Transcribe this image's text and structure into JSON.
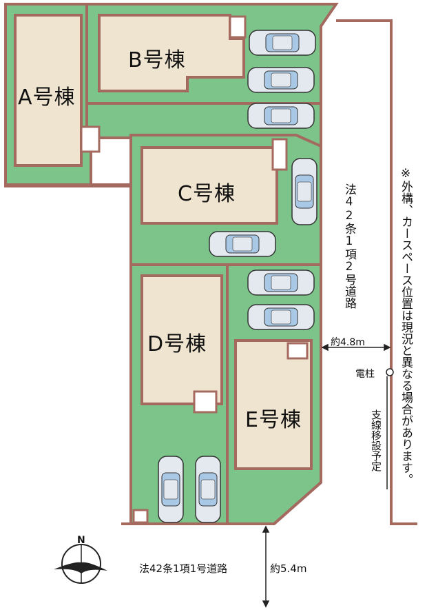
{
  "buildings": {
    "a": "A号棟",
    "b": "B号棟",
    "c": "C号棟",
    "d": "D号棟",
    "e": "E号棟"
  },
  "roads": {
    "side_road": "法42条1項2号道路",
    "front_road": "法42条1項1号道路"
  },
  "dimensions": {
    "side_width": "約4.8m",
    "front_width": "約5.4m"
  },
  "utility_pole": "電柱",
  "relocation_note": "支線移設予定",
  "disclaimer": "※外構、カースペース位置は現況と異なる場合があります。",
  "compass_letter": "N",
  "colors": {
    "lot_green": "#7dc48a",
    "lot_border": "#a46a5f",
    "building_fill": "#efe4d0",
    "car_body": "#e4e8ef"
  }
}
